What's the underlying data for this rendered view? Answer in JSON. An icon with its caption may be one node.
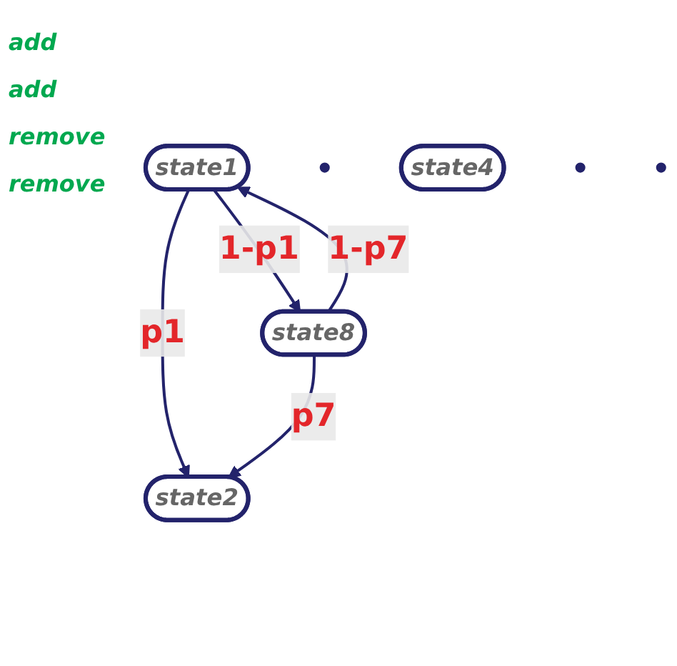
{
  "diagram": {
    "nodes": [
      {
        "text": [
          "state1"
        ]
      },
      {
        "text": [
          "state2"
        ]
      },
      {
        "text": [],
        "shape": "circle"
      },
      {
        "text": [
          "state4"
        ]
      },
      {
        "text": [],
        "shape": "circle"
      },
      {
        "text": [],
        "shape": "circle"
      },
      {
        "text": [
          "state8"
        ]
      }
    ],
    "edges": [
      {
        "from": 0,
        "to": 1,
        "arrow": "to",
        "label": "p1"
      },
      {
        "from": 0,
        "to": 6,
        "arrow": "to",
        "label": "1-p1"
      },
      {
        "from": 6,
        "to": 0,
        "arrow": "to",
        "label": "1-p7"
      },
      {
        "from": 6,
        "to": 1,
        "arrow": "to",
        "label": "p7"
      }
    ],
    "labels": [
      "add",
      "add",
      "remove",
      "remove"
    ]
  }
}
